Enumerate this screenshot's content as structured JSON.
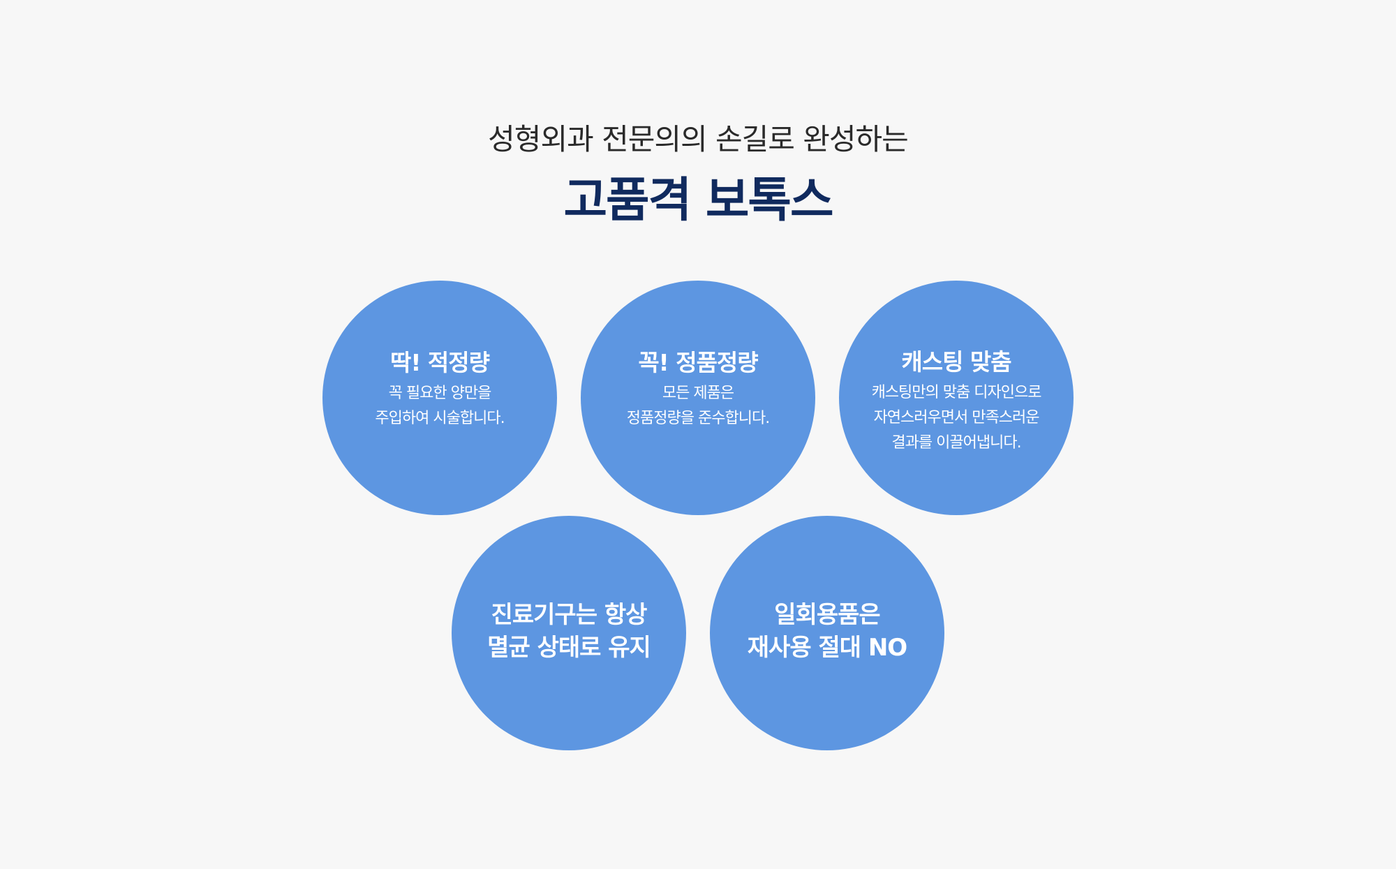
{
  "header": {
    "subtitle": "성형외과 전문의의 손길로 완성하는",
    "title": "고품격 보톡스"
  },
  "colors": {
    "background": "#f7f7f7",
    "circle": "#5d96e1",
    "title": "#102a5e",
    "subtitle": "#2a2a2a",
    "circle_text": "#ffffff"
  },
  "features": [
    {
      "title": "딱! 적정량",
      "desc": [
        "꼭 필요한 양만을",
        "주입하여 시술합니다."
      ]
    },
    {
      "title": "꼭! 정품정량",
      "desc": [
        "모든 제품은",
        "정품정량을 준수합니다."
      ]
    },
    {
      "title": "캐스팅 맞춤",
      "desc": [
        "캐스팅만의 맞춤 디자인으로",
        "자연스러우면서 만족스러운",
        "결과를 이끌어냅니다."
      ]
    },
    {
      "title_lines": [
        "진료기구는 항상",
        "멸균 상태로 유지"
      ]
    },
    {
      "title_lines": [
        "일회용품은",
        "재사용 절대 NO"
      ]
    }
  ]
}
